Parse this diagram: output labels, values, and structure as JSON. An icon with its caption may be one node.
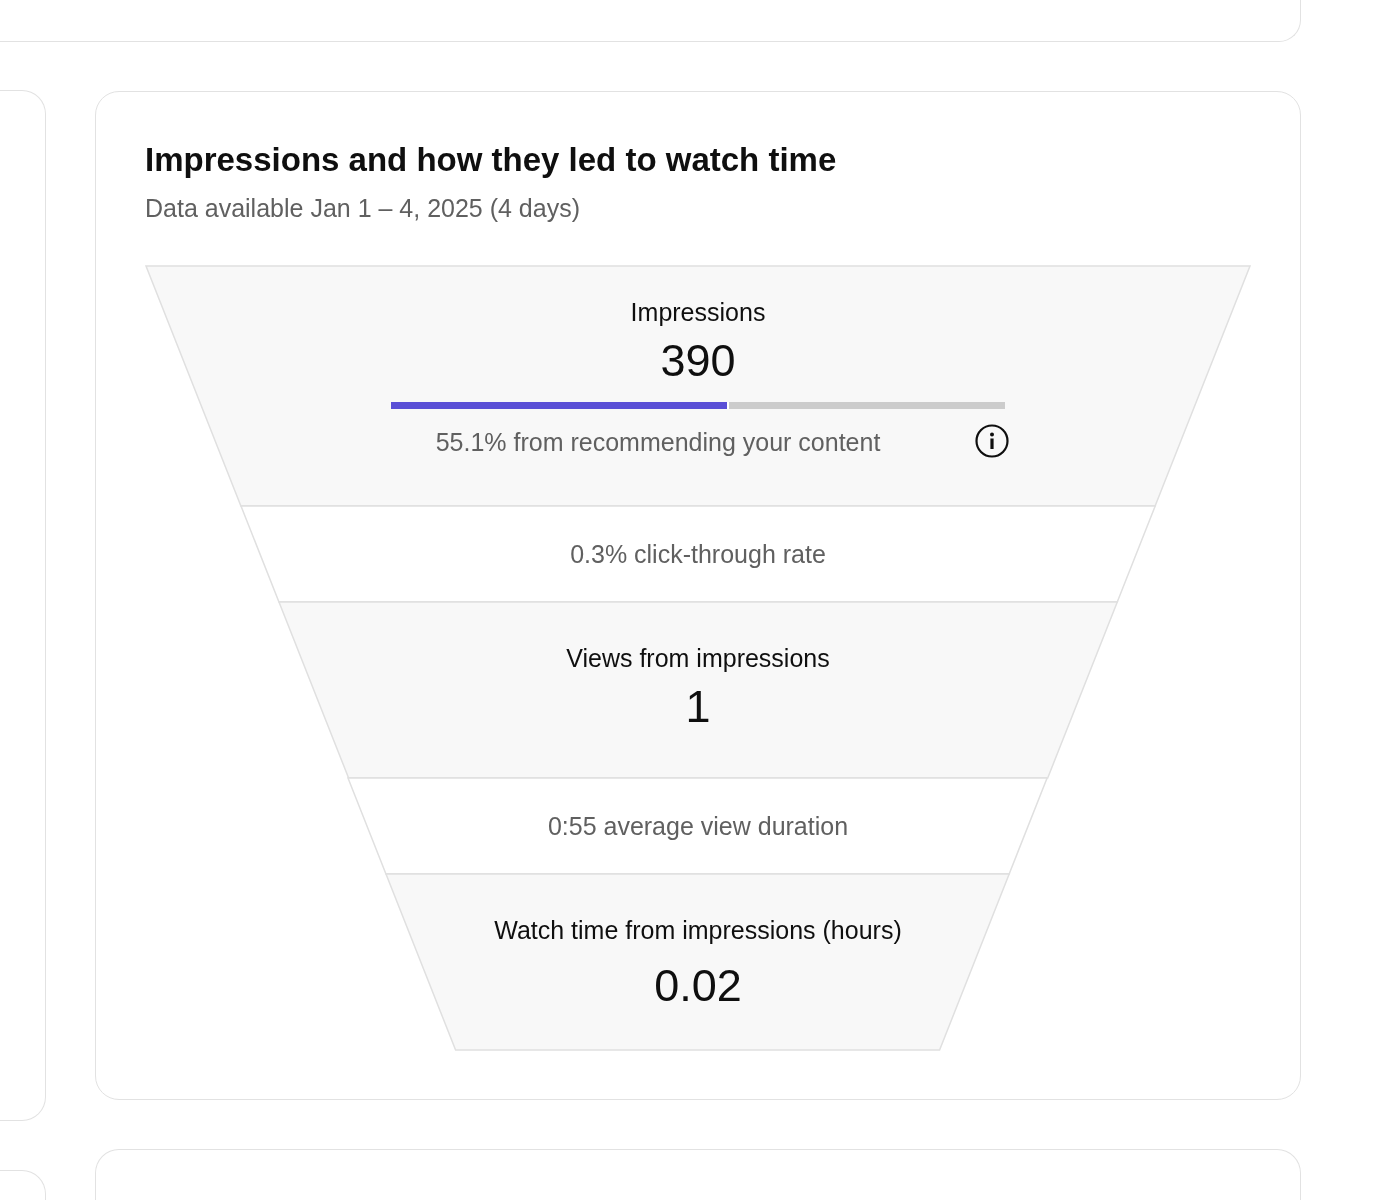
{
  "diagram": {
    "title": "Impressions and how they led to watch time",
    "nodes": [
      {
        "text": [
          "Impressions",
          "390",
          "55.1% from recommending your content"
        ]
      },
      {
        "text": [
          "0.3% click-through rate"
        ]
      },
      {
        "text": [
          "Views from impressions",
          "1"
        ]
      },
      {
        "text": [
          "0:55 average view duration"
        ]
      },
      {
        "text": [
          "Watch time from impressions (hours)",
          "0.02"
        ]
      }
    ],
    "labels": [
      "Data available Jan 1 – 4, 2025 (4 days)"
    ]
  }
}
